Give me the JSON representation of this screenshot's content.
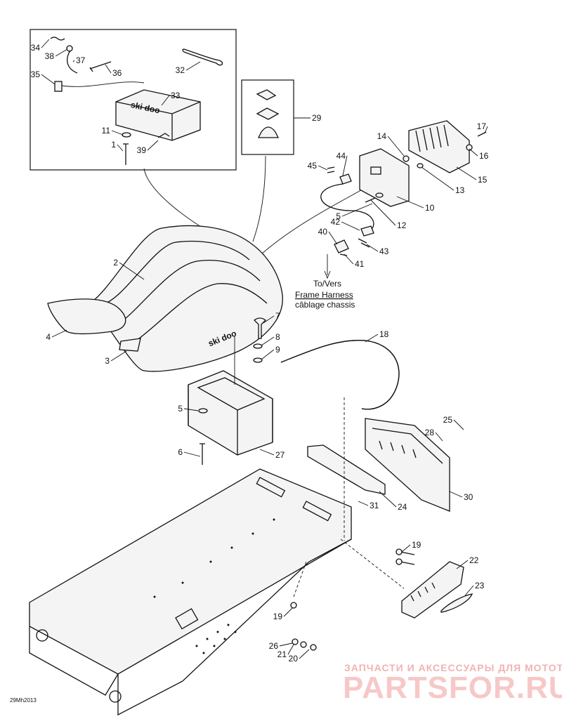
{
  "callouts": [
    {
      "id": "1"
    },
    {
      "id": "2"
    },
    {
      "id": "3"
    },
    {
      "id": "4"
    },
    {
      "id": "5"
    },
    {
      "id": "5"
    },
    {
      "id": "6"
    },
    {
      "id": "7"
    },
    {
      "id": "8"
    },
    {
      "id": "9"
    },
    {
      "id": "10"
    },
    {
      "id": "11"
    },
    {
      "id": "12"
    },
    {
      "id": "13"
    },
    {
      "id": "14"
    },
    {
      "id": "15"
    },
    {
      "id": "16"
    },
    {
      "id": "17"
    },
    {
      "id": "18"
    },
    {
      "id": "19"
    },
    {
      "id": "19"
    },
    {
      "id": "20"
    },
    {
      "id": "21"
    },
    {
      "id": "22"
    },
    {
      "id": "23"
    },
    {
      "id": "24"
    },
    {
      "id": "25"
    },
    {
      "id": "26"
    },
    {
      "id": "27"
    },
    {
      "id": "28"
    },
    {
      "id": "29"
    },
    {
      "id": "30"
    },
    {
      "id": "31"
    },
    {
      "id": "32"
    },
    {
      "id": "33"
    },
    {
      "id": "34"
    },
    {
      "id": "35"
    },
    {
      "id": "36"
    },
    {
      "id": "37"
    },
    {
      "id": "38"
    },
    {
      "id": "39"
    },
    {
      "id": "40"
    },
    {
      "id": "41"
    },
    {
      "id": "42"
    },
    {
      "id": "43"
    },
    {
      "id": "44"
    },
    {
      "id": "45"
    }
  ],
  "note": {
    "line1": "To/Vers",
    "line2": "Frame Harness",
    "line3": "câblage chassis"
  },
  "brand_marking": "ski doo",
  "drawing_code": "29Mh2013",
  "watermark": {
    "tagline": "ЗАПЧАСТИ И АКСЕССУАРЫ ДЛЯ МОТОТЕХНИКИ",
    "logo_text": "PARTSFOR.RU",
    "color": "#e8a0a0"
  }
}
